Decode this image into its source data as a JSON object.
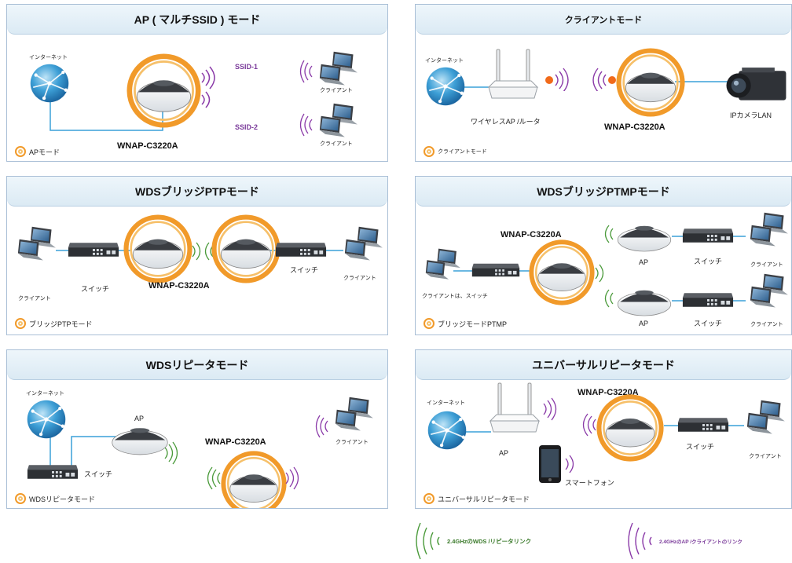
{
  "panels": {
    "ap": {
      "title": "AP ( マルチSSID ) モード",
      "internet": "インターネット",
      "ssid1": "SSID-1",
      "ssid2": "SSID-2",
      "client1": "クライアント",
      "client2": "クライアント",
      "device": "WNAP-C3220A",
      "mode": "APモード"
    },
    "client": {
      "title": "クライアントモード",
      "internet": "インターネット",
      "router": "ワイヤレスAP /ルータ",
      "device": "WNAP-C3220A",
      "camera": "IPカメラLAN",
      "mode": "クライアントモード"
    },
    "ptp": {
      "title": "WDSブリッジPTPモード",
      "client_left": "クライアント",
      "switch_left": "スイッチ",
      "device": "WNAP-C3220A",
      "switch_right": "スイッチ",
      "client_right": "クライアント",
      "mode": "ブリッジPTPモード"
    },
    "ptmp": {
      "title": "WDSブリッジPTMPモード",
      "device": "WNAP-C3220A",
      "client_switch": "クライアントは、スイッチ",
      "ap1": "AP",
      "switch1": "スイッチ",
      "client1": "クライアント",
      "ap2": "AP",
      "switch2": "スイッチ",
      "client2": "クライアント",
      "mode": "ブリッジモードPTMP"
    },
    "wds_repeater": {
      "title": "WDSリピータモード",
      "internet": "インターネット",
      "ap": "AP",
      "switch": "スイッチ",
      "device": "WNAP-C3220A",
      "client": "クライアント",
      "mode": "WDSリピータモード"
    },
    "universal": {
      "title": "ユニバーサルリピータモード",
      "internet": "インターネット",
      "device": "WNAP-C3220A",
      "ap": "AP",
      "switch": "スイッチ",
      "client": "クライアント",
      "phone": "スマートフォン",
      "mode": "ユニバーサルリピータモード"
    }
  },
  "legend": {
    "wds": "2.4GHzのWDS /リピータリンク",
    "ap": "2.4GHzのAP /クライアントのリンク"
  },
  "colors": {
    "wds_wave": "#4a9a3a",
    "ap_wave": "#8a3aa8",
    "device_ring": "#f19a2a",
    "link_line": "#3aa0d8"
  }
}
